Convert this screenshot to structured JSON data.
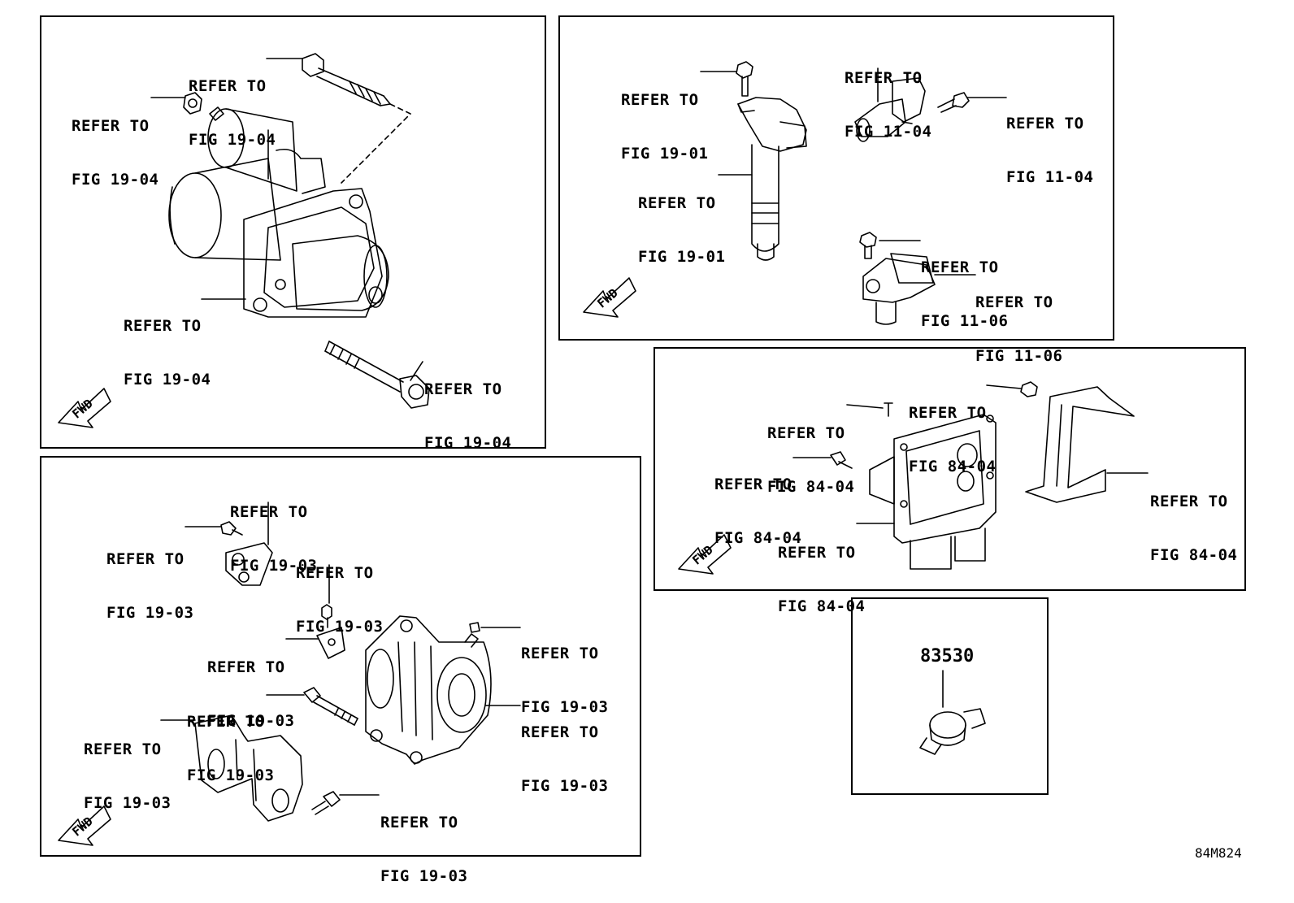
{
  "diagram_code": "84M824",
  "fwd_label": "FWD",
  "panels": {
    "starter": {
      "callouts": [
        {
          "line1": "REFER TO",
          "line2": "FIG 19-04"
        },
        {
          "line1": "REFER TO",
          "line2": "FIG 19-04"
        },
        {
          "line1": "REFER TO",
          "line2": "FIG 19-04"
        },
        {
          "line1": "REFER TO",
          "line2": "FIG 19-04"
        }
      ]
    },
    "ignition": {
      "callouts": [
        {
          "line1": "REFER TO",
          "line2": "FIG 19-01"
        },
        {
          "line1": "REFER TO",
          "line2": "FIG 19-01"
        },
        {
          "line1": "REFER TO",
          "line2": "FIG 11-04"
        },
        {
          "line1": "REFER TO",
          "line2": "FIG 11-04"
        },
        {
          "line1": "REFER TO",
          "line2": "FIG 11-06"
        },
        {
          "line1": "REFER TO",
          "line2": "FIG 11-06"
        }
      ]
    },
    "ecu": {
      "callouts": [
        {
          "line1": "REFER TO",
          "line2": "FIG 84-04"
        },
        {
          "line1": "REFER TO",
          "line2": "FIG 84-04"
        },
        {
          "line1": "REFER TO",
          "line2": "FIG 84-04"
        },
        {
          "line1": "REFER TO",
          "line2": "FIG 84-04"
        },
        {
          "line1": "REFER TO",
          "line2": "FIG 84-04"
        }
      ]
    },
    "alternator": {
      "callouts": [
        {
          "line1": "REFER TO",
          "line2": "FIG 19-03"
        },
        {
          "line1": "REFER TO",
          "line2": "FIG 19-03"
        },
        {
          "line1": "REFER TO",
          "line2": "FIG 19-03"
        },
        {
          "line1": "REFER TO",
          "line2": "FIG 19-03"
        },
        {
          "line1": "REFER TO",
          "line2": "FIG 19-03"
        },
        {
          "line1": "REFER TO",
          "line2": "FIG 19-03"
        },
        {
          "line1": "REFER TO",
          "line2": "FIG 19-03"
        },
        {
          "line1": "REFER TO",
          "line2": "FIG 19-03"
        },
        {
          "line1": "REFER TO",
          "line2": "FIG 19-03"
        }
      ]
    },
    "oil_switch": {
      "part_number": "83530"
    }
  }
}
